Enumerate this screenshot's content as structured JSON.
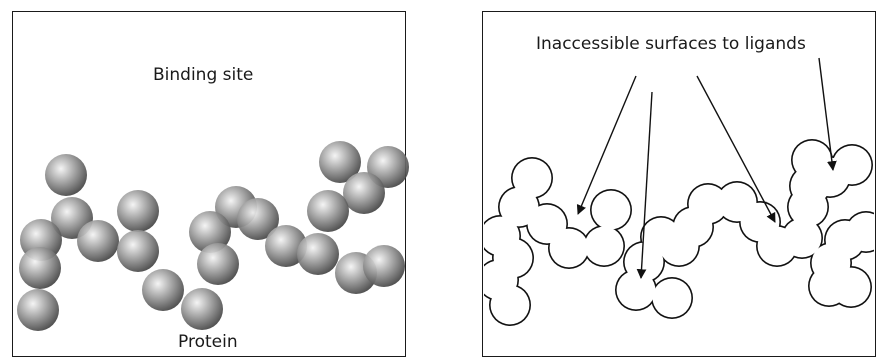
{
  "left_panel": {
    "binding_site_label": "Binding site",
    "protein_label": "Protein"
  },
  "right_panel": {
    "inaccessible_label": "Inaccessible surfaces to ligands"
  },
  "colors": {
    "sphere_highlight": "#f4f4f4",
    "sphere_mid": "#9a9a9a",
    "sphere_shadow": "#3c3c3c",
    "outline": "#111111"
  }
}
